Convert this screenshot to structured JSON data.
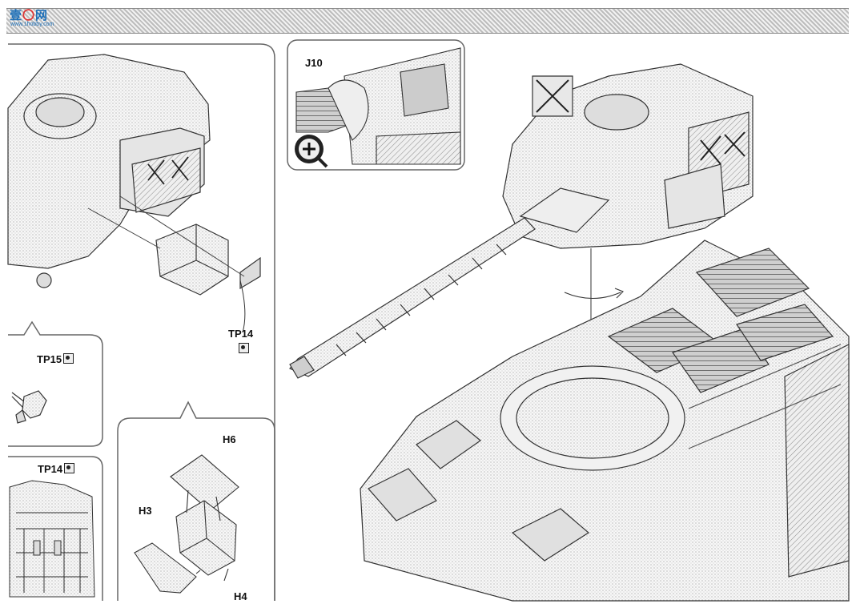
{
  "logo": {
    "main": "壹",
    "accent": "〇",
    "tail": "网",
    "sub": "www.1hobby.com"
  },
  "labels": {
    "j10": "J10",
    "tp14_top": "TP14",
    "tp15": "TP15",
    "tp14_bottom": "TP14",
    "h6": "H6",
    "h3": "H3",
    "h4": "H4"
  },
  "icons": [
    "zoom-plus-icon",
    "photo-etch-icon"
  ]
}
